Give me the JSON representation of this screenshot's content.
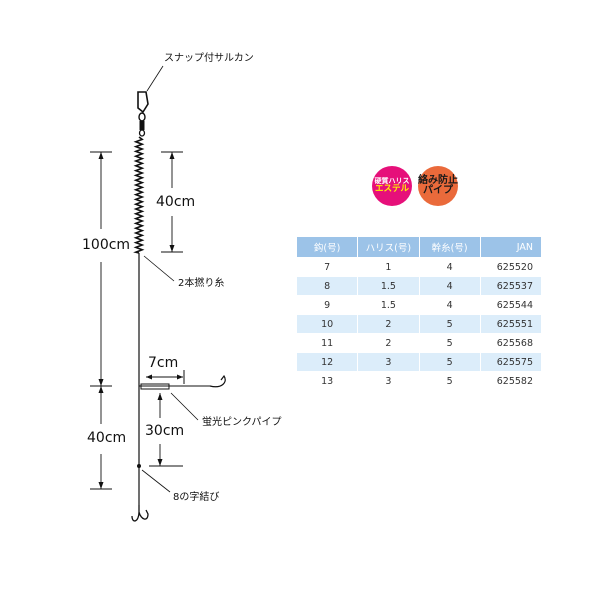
{
  "labels": {
    "snap_swivel": "スナップ付サルカン",
    "twisted_line": "2本撚り糸",
    "fluor_pipe": "蛍光ピンクパイプ",
    "figure8_knot": "8の字結び"
  },
  "dimensions": {
    "total_length": "100cm",
    "twisted_section": "40cm",
    "branch_length": "7cm",
    "lower_section": "40cm",
    "branch_to_knot": "30cm"
  },
  "badges": {
    "left": {
      "line1": "硬質ハリス",
      "line2": "エステル",
      "color": "#e6107a"
    },
    "right": {
      "line1": "絡み防止",
      "line2": "パイプ",
      "color": "#ea6a3b"
    }
  },
  "table": {
    "headers": [
      "鈎(号)",
      "ハリス(号)",
      "幹糸(号)",
      "JAN"
    ],
    "rows": [
      [
        "7",
        "1",
        "4",
        "625520"
      ],
      [
        "8",
        "1.5",
        "4",
        "625537"
      ],
      [
        "9",
        "1.5",
        "4",
        "625544"
      ],
      [
        "10",
        "2",
        "5",
        "625551"
      ],
      [
        "11",
        "2",
        "5",
        "625568"
      ],
      [
        "12",
        "3",
        "5",
        "625575"
      ],
      [
        "13",
        "3",
        "5",
        "625582"
      ]
    ],
    "header_color": "#9cc3e8",
    "stripe_color": "#dcedfa"
  }
}
